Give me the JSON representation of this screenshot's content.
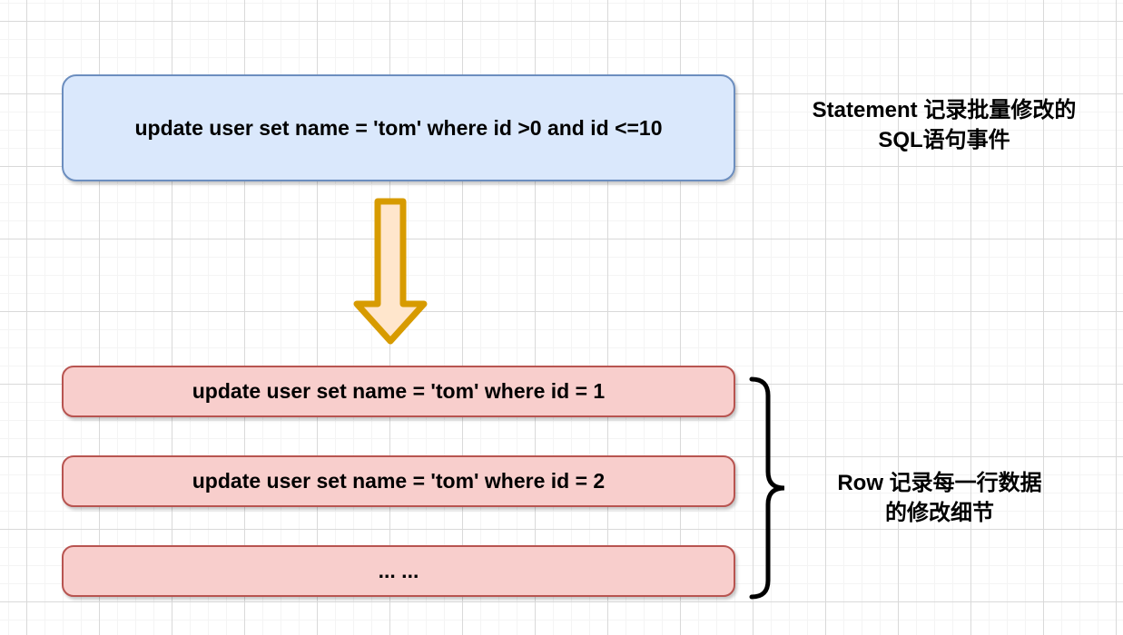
{
  "diagram": {
    "statement_box": {
      "sql": "update user set name = 'tom' where id >0 and id <=10"
    },
    "statement_label": {
      "line1": "Statement 记录批量修改的",
      "line2": "SQL语句事件"
    },
    "row_boxes": [
      {
        "sql": "update user set name = 'tom' where id = 1"
      },
      {
        "sql": "update user set name = 'tom' where id = 2"
      },
      {
        "sql": "... ..."
      }
    ],
    "row_label": {
      "line1": "Row 记录每一行数据",
      "line2": "的修改细节"
    },
    "icons": {
      "down_arrow": "down-arrow",
      "brace": "right-curly-brace"
    },
    "colors": {
      "statement_box_fill": "#dae8fc",
      "statement_box_border": "#6c8ebf",
      "row_box_fill": "#f8cecc",
      "row_box_border": "#b85450",
      "arrow_fill": "#ffe6cc",
      "arrow_border": "#d79b00",
      "brace_color": "#000000",
      "text_color": "#000000",
      "grid_minor": "#f4f4f4",
      "grid_major": "#d9d9d9",
      "background": "#ffffff"
    }
  }
}
